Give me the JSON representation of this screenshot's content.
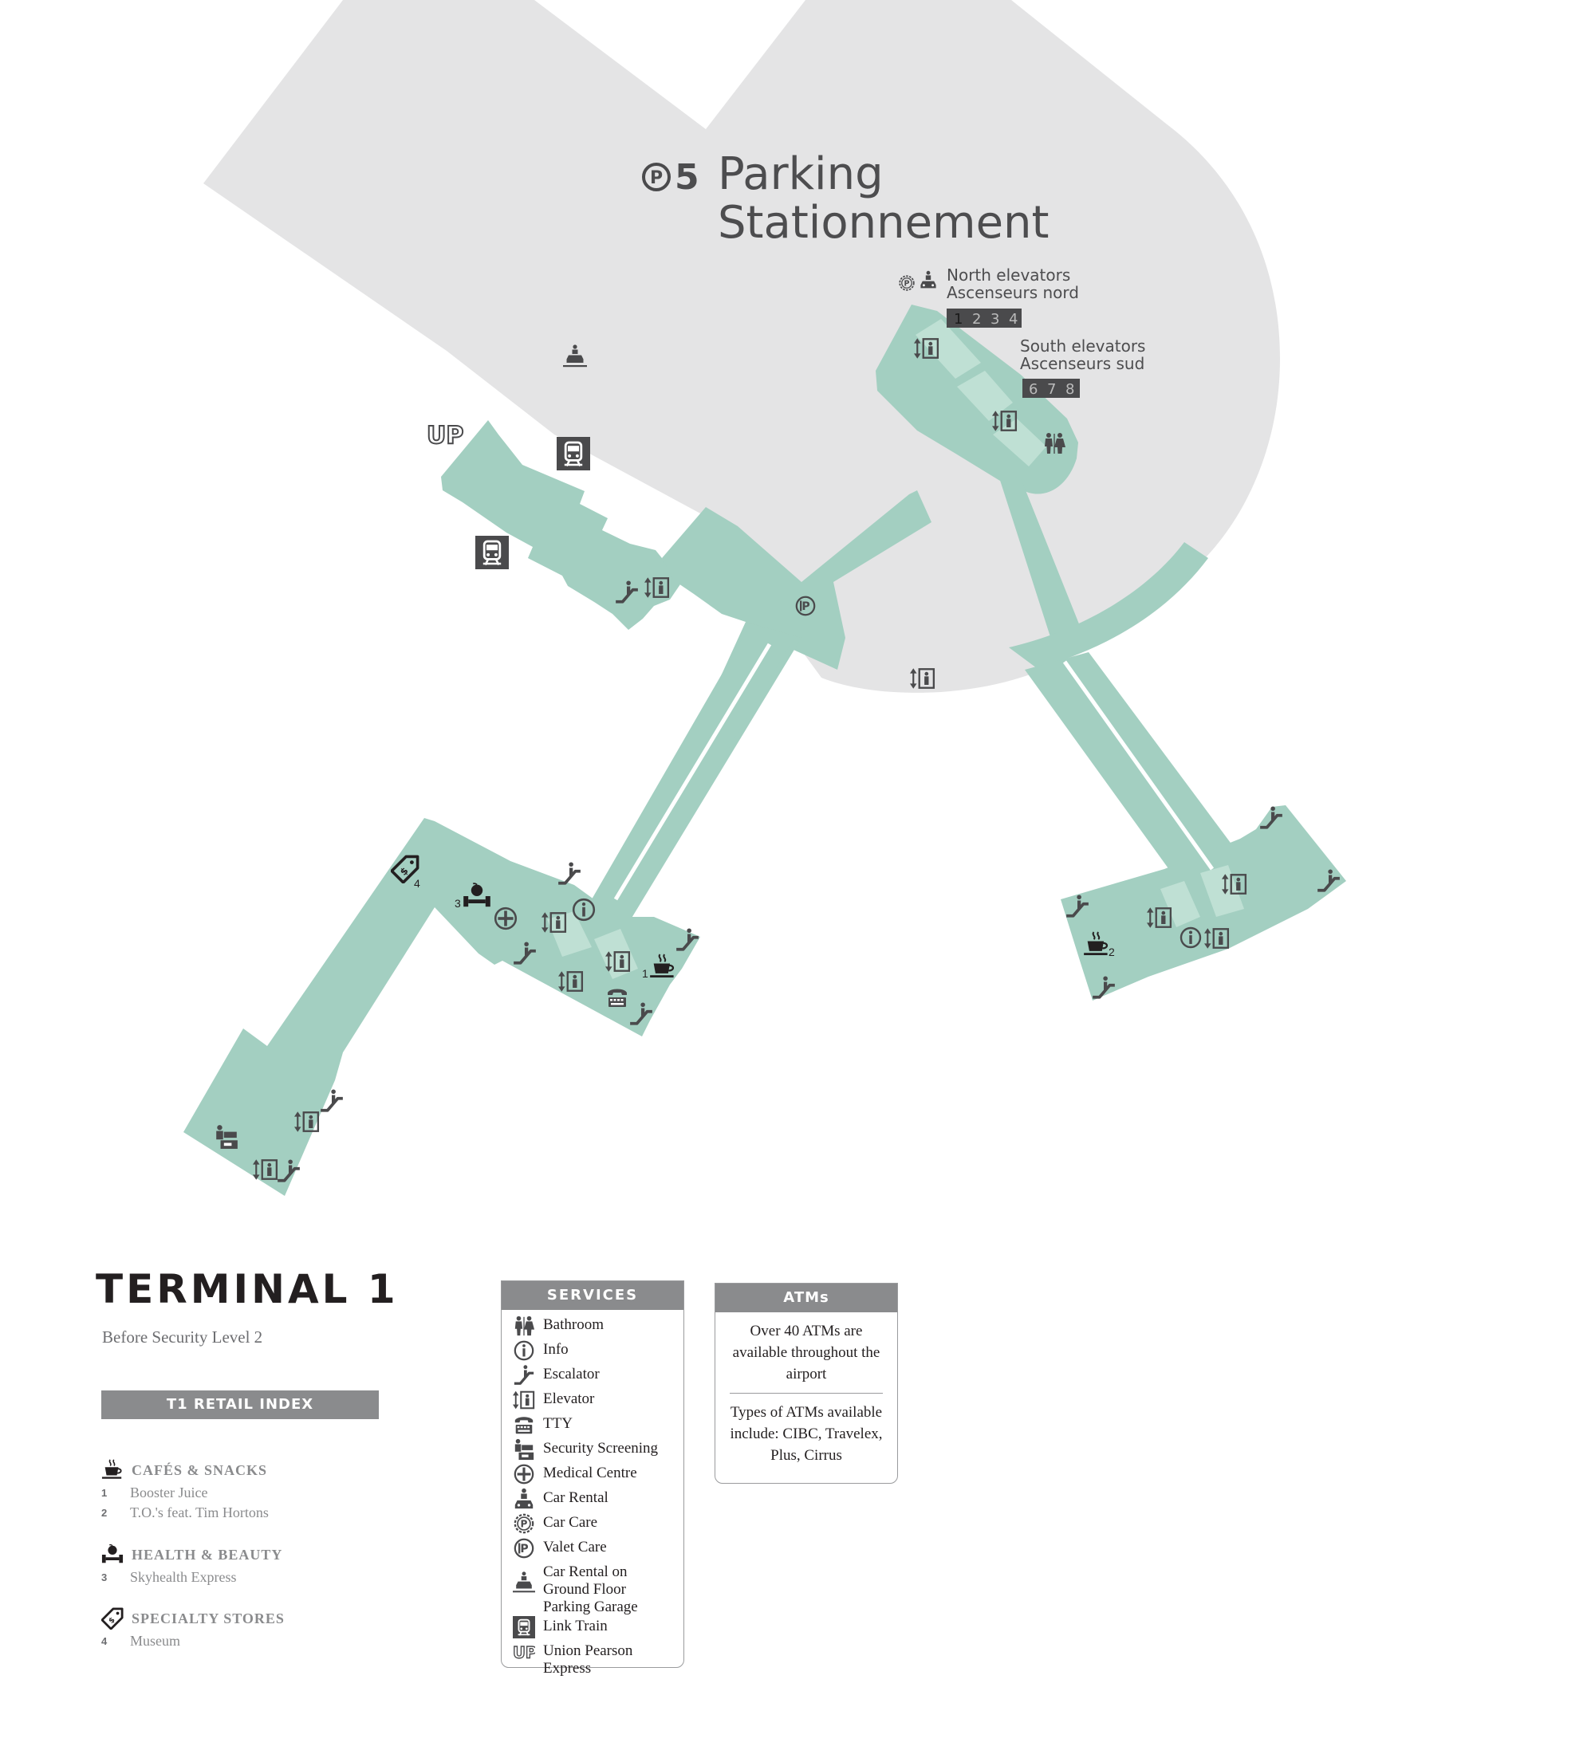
{
  "map": {
    "parking_number": "5",
    "parking_line1": "Parking",
    "parking_line2": "Stationnement",
    "north_elevators_en": "North elevators",
    "north_elevators_fr": "Ascenseurs nord",
    "north_elevator_numbers": [
      "1",
      "2",
      "3",
      "4"
    ],
    "south_elevators_en": "South elevators",
    "south_elevators_fr": "Ascenseurs sud",
    "south_elevator_numbers": [
      "6",
      "7",
      "8"
    ],
    "up_label": "UP",
    "marker_numbers": {
      "specialty": "4",
      "health": "3",
      "cafe_left": "1",
      "cafe_right": "2"
    }
  },
  "colors": {
    "walkway": "#a3cfc1",
    "walkway_light": "#bfe0d4",
    "parking": "#e4e4e5",
    "label_bar": "#8a8b8d"
  },
  "title": "TERMINAL 1",
  "subtitle": "Before Security Level 2",
  "retail_index": {
    "title": "T1 RETAIL INDEX",
    "categories": [
      {
        "icon": "coffee-cup-icon",
        "name": "CAFÉS & SNACKS",
        "items": [
          {
            "n": "1",
            "label": "Booster Juice"
          },
          {
            "n": "2",
            "label": "T.O.'s feat. Tim Hortons"
          }
        ]
      },
      {
        "icon": "dumbbell-apple-icon",
        "name": "HEALTH & BEAUTY",
        "items": [
          {
            "n": "3",
            "label": "Skyhealth Express"
          }
        ]
      },
      {
        "icon": "price-tag-icon",
        "name": "SPECIALTY STORES",
        "items": [
          {
            "n": "4",
            "label": "Museum"
          }
        ]
      }
    ]
  },
  "services": {
    "title": "SERVICES",
    "items": [
      {
        "icon": "bathroom-icon",
        "label": "Bathroom"
      },
      {
        "icon": "info-icon",
        "label": "Info"
      },
      {
        "icon": "escalator-icon",
        "label": "Escalator"
      },
      {
        "icon": "elevator-icon",
        "label": "Elevator"
      },
      {
        "icon": "tty-icon",
        "label": "TTY"
      },
      {
        "icon": "security-screening-icon",
        "label": "Security Screening"
      },
      {
        "icon": "medical-centre-icon",
        "label": "Medical Centre"
      },
      {
        "icon": "car-rental-icon",
        "label": "Car Rental"
      },
      {
        "icon": "car-care-icon",
        "label": "Car Care"
      },
      {
        "icon": "valet-care-icon",
        "label": "Valet Care"
      },
      {
        "icon": "car-rental-ground-icon",
        "label": "Car Rental on Ground Floor Parking Garage"
      },
      {
        "icon": "link-train-icon",
        "label": "Link Train"
      },
      {
        "icon": "union-pearson-express-icon",
        "label": "Union Pearson Express"
      }
    ]
  },
  "atms": {
    "title": "ATMs",
    "text1": "Over 40 ATMs are available throughout the airport",
    "text2": "Types of ATMs available include: CIBC, Travelex, Plus, Cirrus"
  }
}
